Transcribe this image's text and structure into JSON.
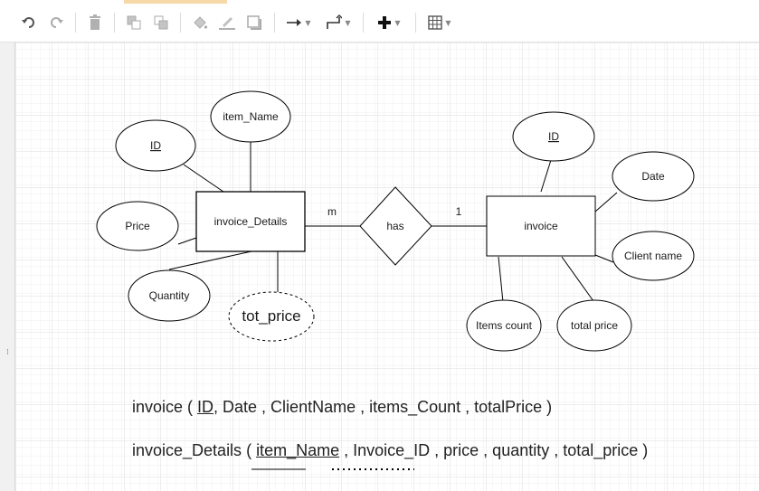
{
  "toolbar": {
    "buttons": [
      {
        "name": "undo-button",
        "icon": "undo-icon"
      },
      {
        "name": "redo-button",
        "icon": "redo-icon"
      },
      {
        "name": "delete-button",
        "icon": "trash-icon"
      },
      {
        "name": "to-front-button",
        "icon": "to-front-icon"
      },
      {
        "name": "to-back-button",
        "icon": "to-back-icon"
      },
      {
        "name": "fill-color-button",
        "icon": "paint-bucket-icon"
      },
      {
        "name": "line-color-button",
        "icon": "pencil-icon"
      },
      {
        "name": "shadow-button",
        "icon": "shadow-icon"
      },
      {
        "name": "connection-button",
        "icon": "arrow-right-icon"
      },
      {
        "name": "waypoints-button",
        "icon": "waypoints-icon"
      },
      {
        "name": "insert-button",
        "icon": "plus-icon"
      },
      {
        "name": "table-button",
        "icon": "table-icon"
      }
    ],
    "gutter_handle": "⁞"
  },
  "diagram": {
    "entities": {
      "invoice_details": "invoice_Details",
      "invoice": "invoice"
    },
    "relationship": "has",
    "cardinality_left": "m",
    "cardinality_right": "1",
    "attributes": {
      "item_name": "item_Name",
      "details_id": "ID",
      "price": "Price",
      "quantity": "Quantity",
      "tot_price": "tot_price",
      "invoice_id": "ID",
      "date": "Date",
      "client_name": "Client name",
      "items_count": "Items count",
      "total_price": "total price"
    }
  },
  "schema": {
    "invoice": {
      "name": "invoice",
      "open": " ( ",
      "pk": "ID",
      "rest": ", Date  , ClientName , items_Count , totalPrice )"
    },
    "invoice_details": {
      "name": "invoice_Details",
      "open": " ( ",
      "pk": "item_Name",
      "sep": " , ",
      "fk": "Invoice_ID",
      "rest": " , price , quantity , total_price )"
    }
  },
  "colors": {
    "grid_minor": "#efefef",
    "grid_major": "#dedede",
    "stroke": "#000000",
    "toolbar_accent": "#f5d9a8"
  }
}
